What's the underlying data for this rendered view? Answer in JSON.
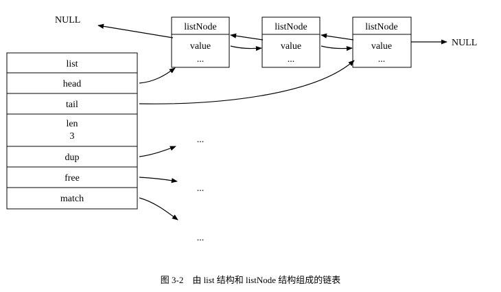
{
  "diagram": {
    "list_struct": {
      "title": "list",
      "fields": [
        "head",
        "tail",
        "len",
        "dup",
        "free",
        "match"
      ],
      "len_value": "3"
    },
    "nodes": [
      {
        "title": "listNode",
        "value_label": "value",
        "ellipsis": "..."
      },
      {
        "title": "listNode",
        "value_label": "value",
        "ellipsis": "..."
      },
      {
        "title": "listNode",
        "value_label": "value",
        "ellipsis": "..."
      }
    ],
    "null_labels": {
      "left": "NULL",
      "right": "NULL"
    },
    "pointer_targets": {
      "dup": "...",
      "free": "...",
      "match": "..."
    }
  },
  "caption": "图 3-2　由 list 结构和 listNode 结构组成的链表"
}
